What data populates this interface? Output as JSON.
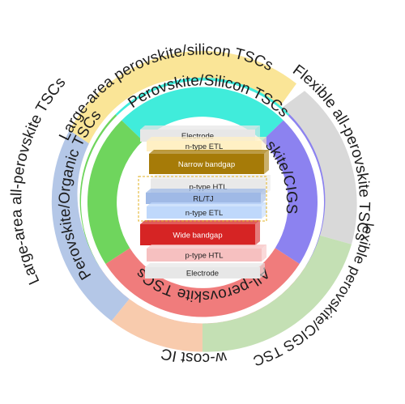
{
  "outer_ring": [
    {
      "label": "Large-area perovskite/silicon TSCs",
      "color": "#fae597"
    },
    {
      "label": "Flexible all-perovskite TSCs",
      "color": "#d9d9d9"
    },
    {
      "label": "Flexible perovskite/CIGS TSCs",
      "color": "#c4e0b4"
    },
    {
      "label": "Low-cost ICLs",
      "color": "#f8cbad"
    },
    {
      "label": "Large-area all-perovskite TSCs",
      "color": "#b4c7e7"
    }
  ],
  "inner_ring": [
    {
      "label": "Perovskite/Silicon TSCs",
      "color": "#40ecdb"
    },
    {
      "label": "Perovskite/CIGS TSCs",
      "color": "#8c82f0"
    },
    {
      "label": "All-perovskite TSCs",
      "color": "#f07c7c"
    },
    {
      "label": "Perovskite/Organic TSCs",
      "color": "#6fd55d"
    }
  ],
  "stack_layers": [
    {
      "label": "Electrode",
      "color": "#e7e7e7"
    },
    {
      "label": "n-type ETL",
      "color": "#fff0c4"
    },
    {
      "label": "Narrow bandgap",
      "color": "#a67b08"
    },
    {
      "label": "p-type HTL",
      "color": "#e9e9e9"
    },
    {
      "label": "RL/TJ",
      "color": "#9fb9e6"
    },
    {
      "label": "n-type ETL",
      "color": "#bfd8fb"
    },
    {
      "label": "Wide bandgap",
      "color": "#d62424"
    },
    {
      "label": "p-type HTL",
      "color": "#f6c0c0"
    },
    {
      "label": "Electrode",
      "color": "#e7e7e7"
    }
  ]
}
